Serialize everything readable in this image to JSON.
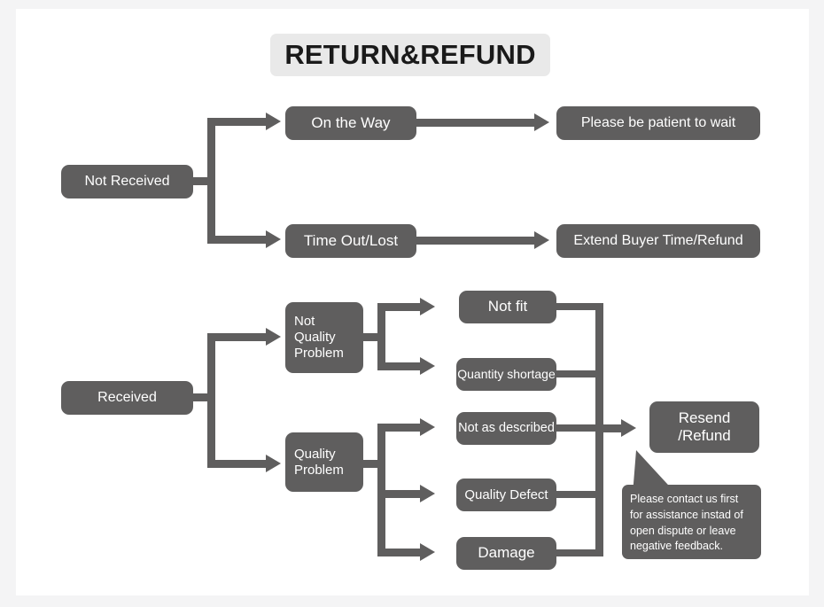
{
  "page": {
    "title_banner": "RETURN&REFUND",
    "background_color": "#f4f4f5",
    "canvas_color": "#ffffff",
    "node_color": "#5f5e5e",
    "node_text_color": "#ffffff",
    "banner_color": "#e9e9e9"
  },
  "chart_data": {
    "type": "diagram",
    "title": "RETURN&REFUND",
    "nodes": [
      {
        "id": "not-received",
        "label": "Not Received"
      },
      {
        "id": "on-the-way",
        "label": "On the Way"
      },
      {
        "id": "please-be-patient",
        "label": "Please be patient to wait"
      },
      {
        "id": "time-out-lost",
        "label": "Time Out/Lost"
      },
      {
        "id": "extend-buyer-time",
        "label": "Extend Buyer Time/Refund"
      },
      {
        "id": "received",
        "label": "Received"
      },
      {
        "id": "not-quality-problem",
        "label": "Not\nQuality\nProblem"
      },
      {
        "id": "quality-problem",
        "label": "Quality\nProblem"
      },
      {
        "id": "not-fit",
        "label": "Not fit"
      },
      {
        "id": "quantity-shortage",
        "label": "Quantity shortage"
      },
      {
        "id": "not-as-described",
        "label": "Not as described"
      },
      {
        "id": "quality-defect",
        "label": "Quality Defect"
      },
      {
        "id": "damage",
        "label": "Damage"
      },
      {
        "id": "resend-refund",
        "label": "Resend\n/Refund"
      }
    ],
    "edges": [
      {
        "from": "not-received",
        "to": "on-the-way"
      },
      {
        "from": "not-received",
        "to": "time-out-lost"
      },
      {
        "from": "on-the-way",
        "to": "please-be-patient"
      },
      {
        "from": "time-out-lost",
        "to": "extend-buyer-time"
      },
      {
        "from": "received",
        "to": "not-quality-problem"
      },
      {
        "from": "received",
        "to": "quality-problem"
      },
      {
        "from": "not-quality-problem",
        "to": "not-fit"
      },
      {
        "from": "not-quality-problem",
        "to": "quantity-shortage"
      },
      {
        "from": "quality-problem",
        "to": "not-as-described"
      },
      {
        "from": "quality-problem",
        "to": "quality-defect"
      },
      {
        "from": "quality-problem",
        "to": "damage"
      },
      {
        "from": "not-fit",
        "to": "resend-refund"
      },
      {
        "from": "quantity-shortage",
        "to": "resend-refund"
      },
      {
        "from": "not-as-described",
        "to": "resend-refund"
      },
      {
        "from": "quality-defect",
        "to": "resend-refund"
      },
      {
        "from": "damage",
        "to": "resend-refund"
      }
    ],
    "annotations": [
      {
        "id": "callout",
        "target": "resend-refund",
        "text": "Please contact us first for assistance instad of open dispute or leave negative feedback."
      }
    ]
  },
  "nodes": {
    "not_received": "Not Received",
    "on_the_way": "On the Way",
    "please_be_patient": "Please be patient to wait",
    "time_out_lost": "Time Out/Lost",
    "extend_buyer_time": "Extend Buyer Time/Refund",
    "received": "Received",
    "not_quality_problem_l1": "Not",
    "not_quality_problem_l2": "Quality",
    "not_quality_problem_l3": "Problem",
    "quality_problem_l1": "Quality",
    "quality_problem_l2": "Problem",
    "not_fit": "Not fit",
    "quantity_shortage": "Quantity shortage",
    "not_as_described": "Not as described",
    "quality_defect": "Quality Defect",
    "damage": "Damage",
    "resend_refund_l1": "Resend",
    "resend_refund_l2": "/Refund"
  },
  "callout": {
    "line1": "Please contact us first",
    "line2": "for assistance instad of",
    "line3": "open dispute or leave",
    "line4": "negative feedback."
  }
}
